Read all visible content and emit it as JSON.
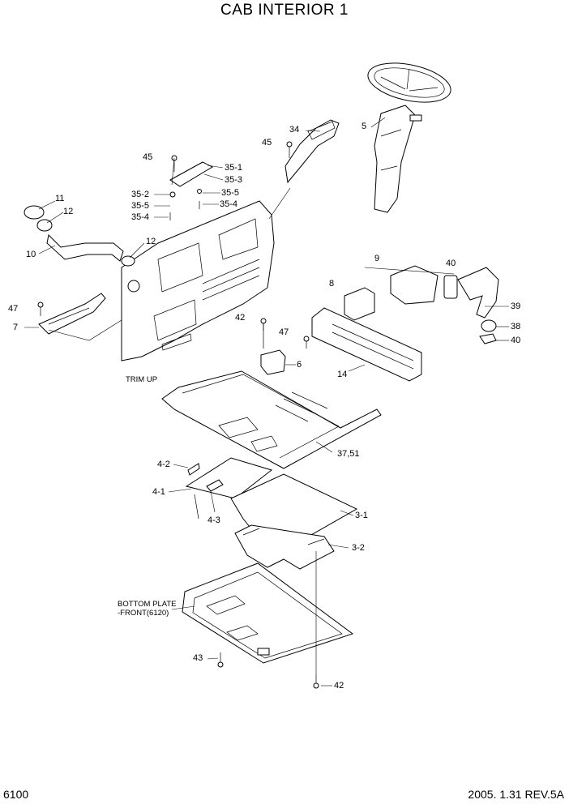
{
  "title": "CAB INTERIOR 1",
  "page_number": "6100",
  "revision": "2005. 1.31  REV.5A",
  "labels": {
    "p11": "11",
    "p12a": "12",
    "p10": "10",
    "p12b": "12",
    "p45a": "45",
    "p35_1": "35-1",
    "p35_3": "35-3",
    "p35_2": "35-2",
    "p35_5a": "35-5",
    "p35_5b": "35-5",
    "p35_4a": "35-4",
    "p35_4b": "35-4",
    "p34": "34",
    "p45b": "45",
    "p5": "5",
    "p47a": "47",
    "p7": "7",
    "p9": "9",
    "p8": "8",
    "p40a": "40",
    "p39": "39",
    "p38": "38",
    "p40b": "40",
    "p42a": "42",
    "p47b": "47",
    "p6": "6",
    "p14": "14",
    "p37_51": "37,51",
    "p4_2": "4-2",
    "p4_1": "4-1",
    "p4_3": "4-3",
    "p3_1": "3-1",
    "p3_2": "3-2",
    "p43": "43",
    "p42b": "42"
  },
  "notes": {
    "trim_up": "TRIM UP",
    "bottom_plate_1": "BOTTOM PLATE",
    "bottom_plate_2": "-FRONT(6120)"
  }
}
